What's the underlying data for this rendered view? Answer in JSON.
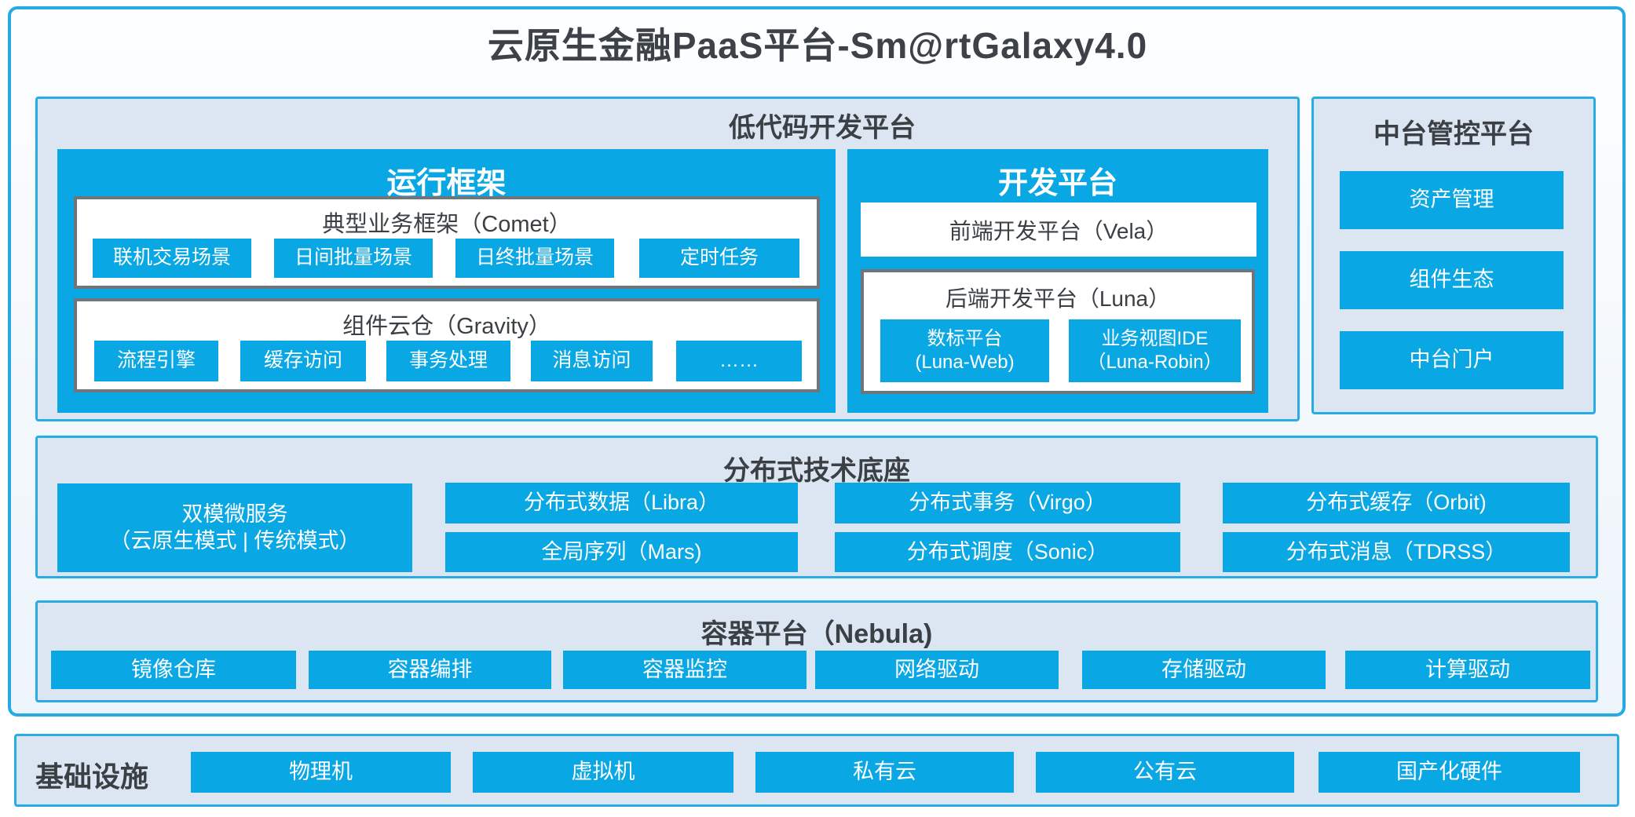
{
  "title": "云原生金融PaaS平台-Sm@rtGalaxy4.0",
  "colors": {
    "block_blue": "#09a7e4",
    "panel_border_blue": "#27ace5",
    "panel_bg": "#dce5f2",
    "gray_box_border": "#6e757d",
    "dark_text": "#3b4045",
    "white_text": "#ffffff"
  },
  "low_code": {
    "title": "低代码开发平台",
    "runtime": {
      "title": "运行框架",
      "comet": {
        "title": "典型业务框架（Comet）",
        "items": [
          "联机交易场景",
          "日间批量场景",
          "日终批量场景",
          "定时任务"
        ]
      },
      "gravity": {
        "title": "组件云仓（Gravity）",
        "items": [
          "流程引擎",
          "缓存访问",
          "事务处理",
          "消息访问",
          "……"
        ]
      }
    },
    "dev": {
      "title": "开发平台",
      "vela": "前端开发平台（Vela）",
      "luna": {
        "title": "后端开发平台（Luna）",
        "items": [
          {
            "line1": "数标平台",
            "line2": "(Luna-Web)"
          },
          {
            "line1": "业务视图IDE",
            "line2": "（Luna-Robin）"
          }
        ]
      }
    }
  },
  "mid_platform": {
    "title": "中台管控平台",
    "items": [
      "资产管理",
      "组件生态",
      "中台门户"
    ]
  },
  "distributed": {
    "title": "分布式技术底座",
    "dual_mode": {
      "line1": "双模微服务",
      "line2": "（云原生模式 | 传统模式）"
    },
    "columns": [
      {
        "top": "分布式数据（Libra）",
        "bottom": "全局序列（Mars)"
      },
      {
        "top": "分布式事务（Virgo）",
        "bottom": "分布式调度（Sonic）"
      },
      {
        "top": "分布式缓存（Orbit)",
        "bottom": "分布式消息（TDRSS）"
      }
    ]
  },
  "container_platform": {
    "title": "容器平台（Nebula)",
    "items": [
      "镜像仓库",
      "容器编排",
      "容器监控",
      "网络驱动",
      "存储驱动",
      "计算驱动"
    ]
  },
  "infrastructure": {
    "label": "基础设施",
    "items": [
      "物理机",
      "虚拟机",
      "私有云",
      "公有云",
      "国产化硬件"
    ]
  }
}
